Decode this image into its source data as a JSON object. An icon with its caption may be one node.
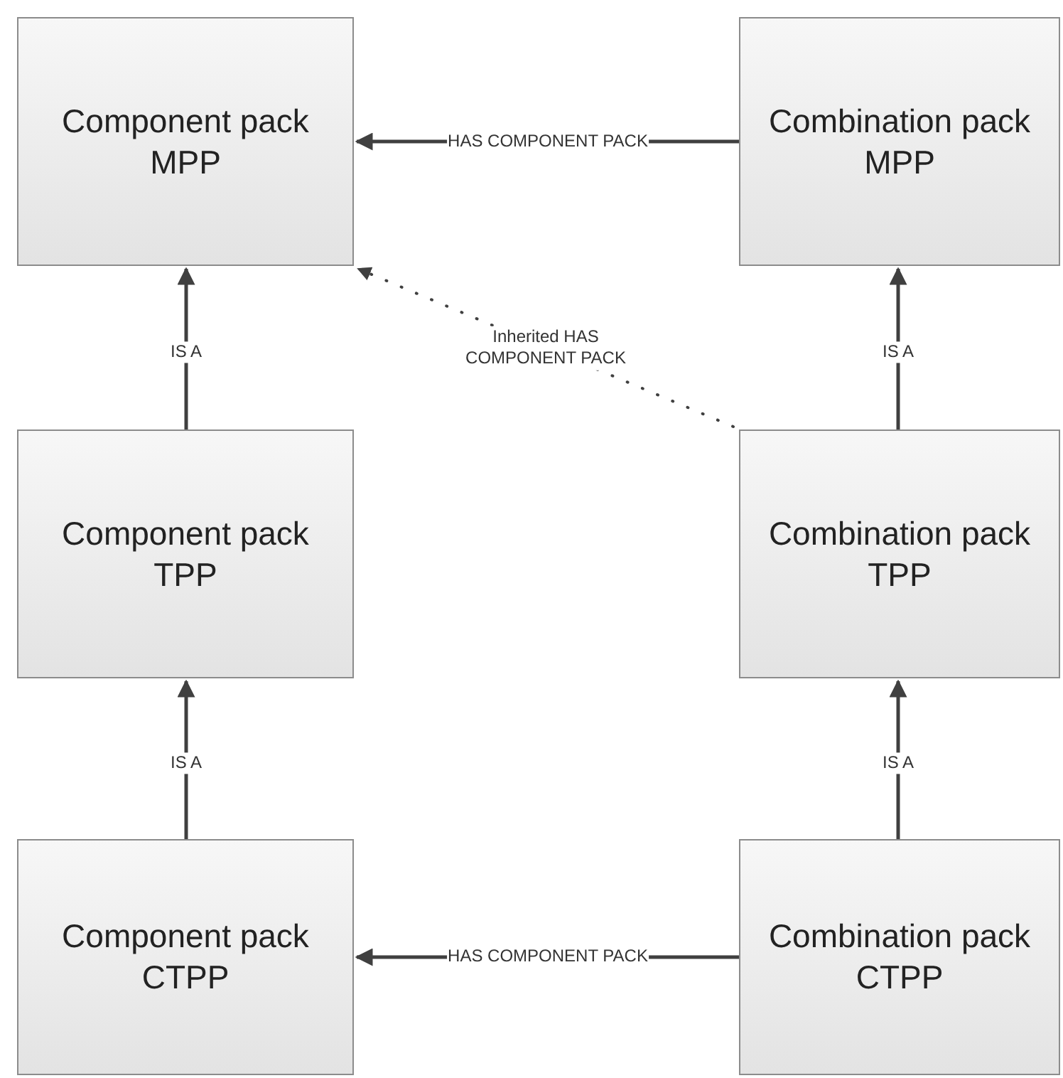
{
  "diagram": {
    "nodes": [
      {
        "text": [
          "Component pack MPP"
        ]
      },
      {
        "text": [
          "Combination pack MPP"
        ]
      },
      {
        "text": [
          "Component pack TPP"
        ]
      },
      {
        "text": [
          "Combination pack TPP"
        ]
      },
      {
        "text": [
          "Component pack CTPP"
        ]
      },
      {
        "text": [
          "Combination pack CTPP"
        ]
      }
    ],
    "edges": [
      {
        "from": 1,
        "to": 0,
        "arrow": "to",
        "label": "HAS COMPONENT PACK"
      },
      {
        "from": 2,
        "to": 0,
        "arrow": "to",
        "label": "IS A"
      },
      {
        "from": 3,
        "to": 1,
        "arrow": "to",
        "label": "IS A"
      },
      {
        "from": 3,
        "to": 0,
        "arrow": "to",
        "label": "Inherited HAS COMPONENT PACK",
        "style": "dashed"
      },
      {
        "from": 4,
        "to": 2,
        "arrow": "to",
        "label": "IS A"
      },
      {
        "from": 5,
        "to": 3,
        "arrow": "to",
        "label": "IS A"
      },
      {
        "from": 5,
        "to": 4,
        "arrow": "to",
        "label": "HAS COMPONENT PACK"
      }
    ]
  }
}
